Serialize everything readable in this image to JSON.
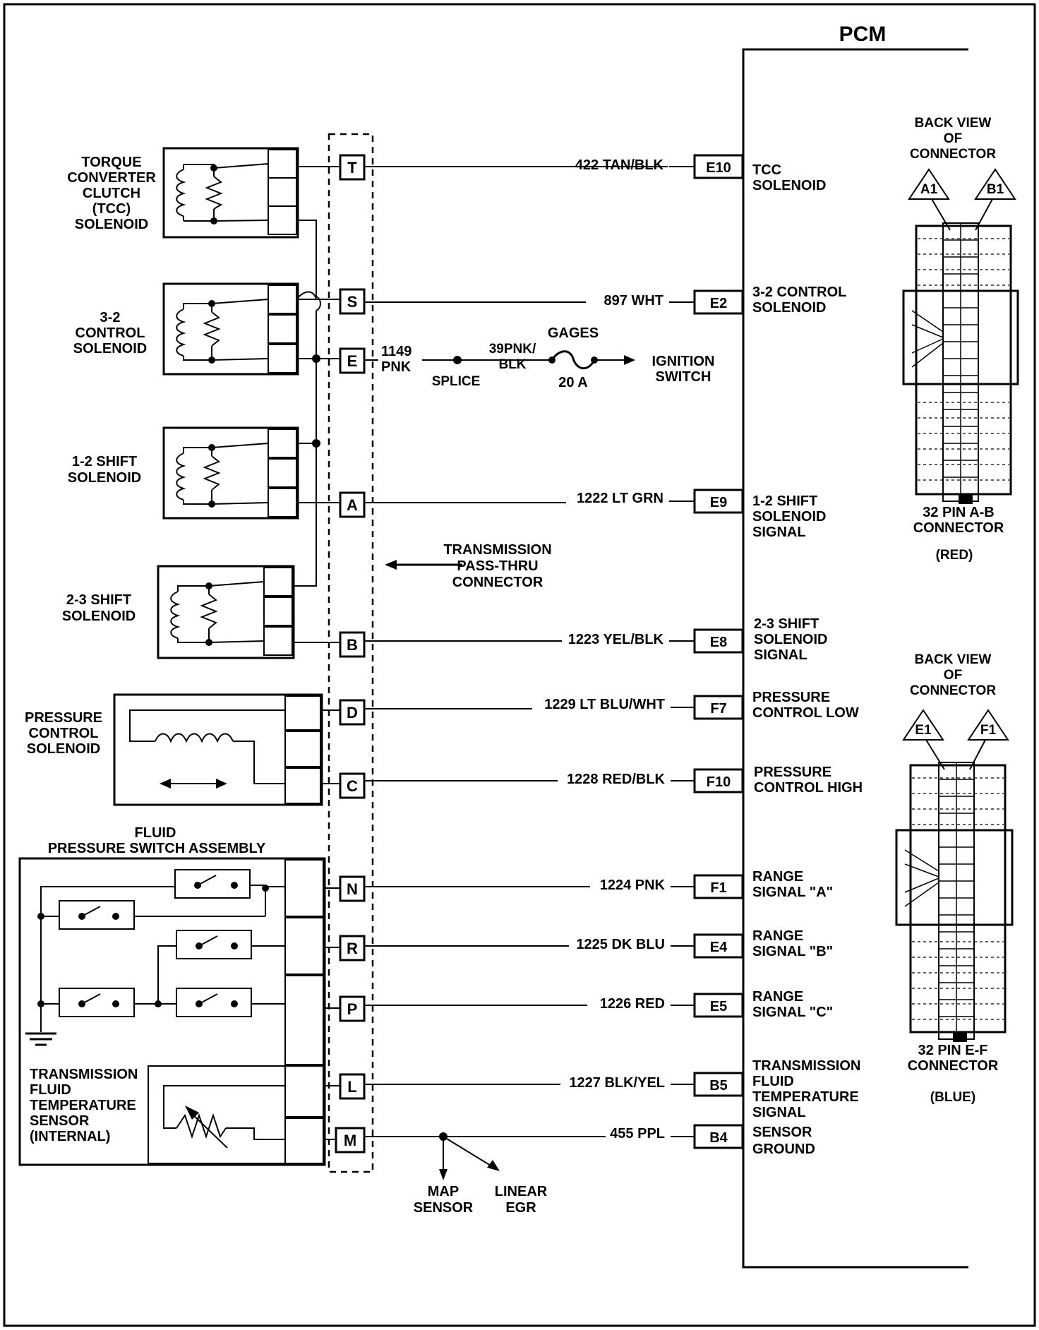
{
  "pcm": {
    "title": "PCM"
  },
  "pass_thru": {
    "label": [
      "TRANSMISSION",
      "PASS-THRU",
      "CONNECTOR"
    ]
  },
  "components": {
    "tcc": [
      "TORQUE",
      "CONVERTER",
      "CLUTCH",
      "(TCC)",
      "SOLENOID"
    ],
    "cs32": [
      "3-2",
      "CONTROL",
      "SOLENOID"
    ],
    "s12": [
      "1-2 SHIFT",
      "SOLENOID"
    ],
    "s23": [
      "2-3 SHIFT",
      "SOLENOID"
    ],
    "pcs": [
      "PRESSURE",
      "CONTROL",
      "SOLENOID"
    ],
    "fpsa": [
      "FLUID",
      "PRESSURE SWITCH ASSEMBLY"
    ],
    "tft": [
      "TRANSMISSION",
      "FLUID",
      "TEMPERATURE",
      "SENSOR",
      "(INTERNAL)"
    ]
  },
  "circuits": [
    {
      "pin": "T",
      "wire": "422 TAN/BLK",
      "pcm_pin": "E10",
      "pcm_label": [
        "TCC",
        "SOLENOID"
      ]
    },
    {
      "pin": "S",
      "wire": "897 WHT",
      "pcm_pin": "E2",
      "pcm_label": [
        "3-2 CONTROL",
        "SOLENOID"
      ]
    },
    {
      "pin": "E"
    },
    {
      "pin": "A",
      "wire": "1222 LT GRN",
      "pcm_pin": "E9",
      "pcm_label": [
        "1-2 SHIFT",
        "SOLENOID",
        "SIGNAL"
      ]
    },
    {
      "pin": "B",
      "wire": "1223 YEL/BLK",
      "pcm_pin": "E8",
      "pcm_label": [
        "2-3 SHIFT",
        "SOLENOID",
        "SIGNAL"
      ]
    },
    {
      "pin": "D",
      "wire": "1229 LT BLU/WHT",
      "pcm_pin": "F7",
      "pcm_label": [
        "PRESSURE",
        "CONTROL LOW"
      ]
    },
    {
      "pin": "C",
      "wire": "1228 RED/BLK",
      "pcm_pin": "F10",
      "pcm_label": [
        "PRESSURE",
        "CONTROL HIGH"
      ]
    },
    {
      "pin": "N",
      "wire": "1224 PNK",
      "pcm_pin": "F1",
      "pcm_label": [
        "RANGE",
        "SIGNAL \"A\""
      ]
    },
    {
      "pin": "R",
      "wire": "1225 DK BLU",
      "pcm_pin": "E4",
      "pcm_label": [
        "RANGE",
        "SIGNAL \"B\""
      ]
    },
    {
      "pin": "P",
      "wire": "1226 RED",
      "pcm_pin": "E5",
      "pcm_label": [
        "RANGE",
        "SIGNAL \"C\""
      ]
    },
    {
      "pin": "L",
      "wire": "1227 BLK/YEL",
      "pcm_pin": "B5",
      "pcm_label": [
        "TRANSMISSION",
        "FLUID",
        "TEMPERATURE",
        "SIGNAL"
      ]
    },
    {
      "pin": "M",
      "wire": "455 PPL",
      "pcm_pin": "B4",
      "pcm_label": [
        "SENSOR",
        "GROUND"
      ]
    }
  ],
  "ignition_feed": {
    "wire1": [
      "1149",
      "PNK"
    ],
    "splice": "SPLICE",
    "wire2": [
      "39PNK/",
      "BLK"
    ],
    "fuse_name": "GAGES",
    "fuse_rating": "20 A",
    "destination": [
      "IGNITION",
      "SWITCH"
    ]
  },
  "ground_branches": {
    "map": [
      "MAP",
      "SENSOR"
    ],
    "egr": [
      "LINEAR",
      "EGR"
    ]
  },
  "connector_ab": {
    "header": [
      "BACK VIEW",
      "OF",
      "CONNECTOR"
    ],
    "pins": [
      "A1",
      "B1"
    ],
    "caption": [
      "32 PIN A-B",
      "CONNECTOR"
    ],
    "color": "(RED)"
  },
  "connector_ef": {
    "header": [
      "BACK VIEW",
      "OF",
      "CONNECTOR"
    ],
    "pins": [
      "E1",
      "F1"
    ],
    "caption": [
      "32 PIN E-F",
      "CONNECTOR"
    ],
    "color": "(BLUE)"
  }
}
